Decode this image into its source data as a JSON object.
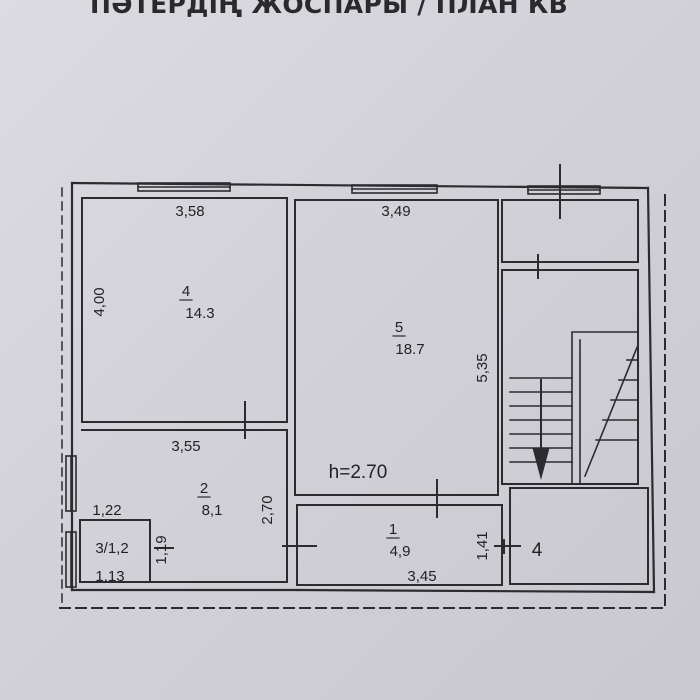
{
  "header": {
    "title": "ПӘТЕРДІҢ ЖОСПАРЫ / ПЛАН КВ"
  },
  "plan": {
    "ceiling_height": "h=2.70",
    "stair_label": "4",
    "rooms": [
      {
        "number": "4",
        "area": "14.3",
        "width_label": "3,58",
        "length_label": "4,00"
      },
      {
        "number": "5",
        "area": "18.7",
        "width_label": "3,49",
        "length_label": "5,35"
      },
      {
        "number": "2",
        "area": "8,1",
        "width_label": "3,55",
        "length_label": "2,70"
      },
      {
        "number": "1",
        "area": "4,9",
        "width_label": "3,45",
        "length_label": "1,41"
      },
      {
        "number_area": "3/1,2",
        "width_label": "1,13",
        "length_label": "1,19",
        "top_label": "1,22"
      }
    ]
  }
}
